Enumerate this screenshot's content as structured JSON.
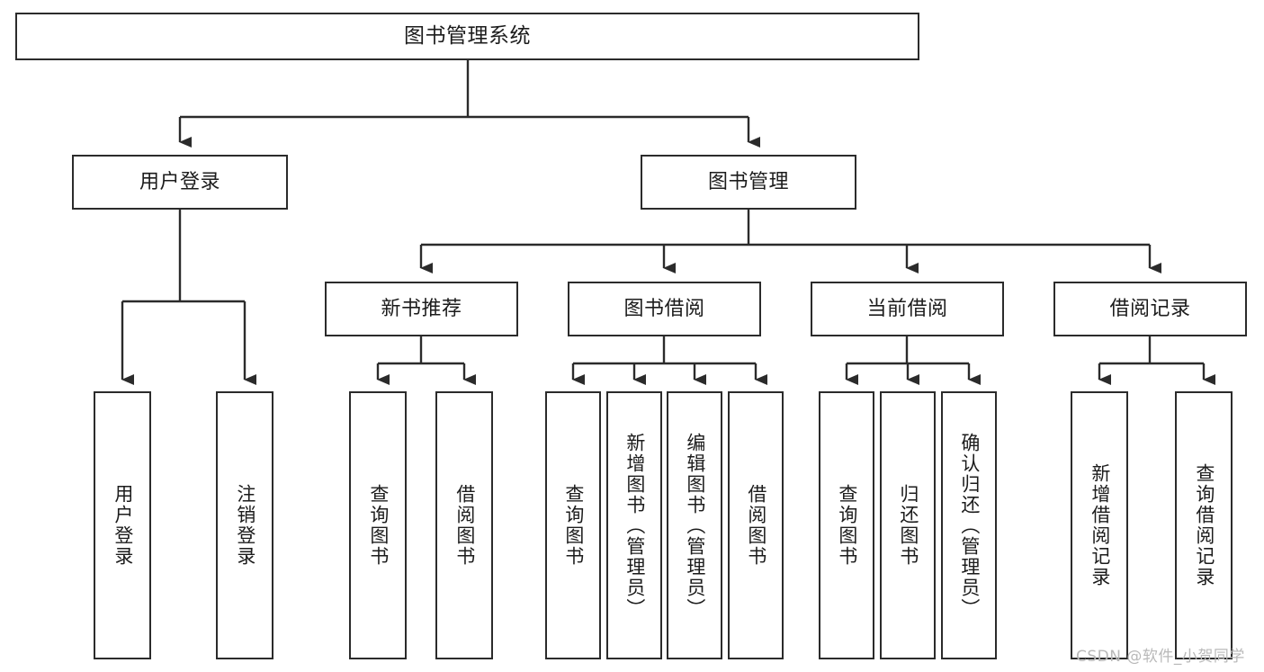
{
  "diagram": {
    "title": "图书管理系统",
    "type": "function-structure-tree",
    "orientation": "top-down",
    "node_fill": "#ffffff",
    "node_stroke": "#2b2b2b",
    "edge_color": "#2b2b2b",
    "background": "#ffffff"
  },
  "nodes": {
    "root": {
      "label": "图书管理系统",
      "level": 0
    },
    "level1": [
      {
        "id": "user-login",
        "label": "用户登录"
      },
      {
        "id": "book-manage",
        "label": "图书管理"
      }
    ],
    "level2": [
      {
        "id": "new-book-rec",
        "label": "新书推荐",
        "parent": "book-manage"
      },
      {
        "id": "book-borrow",
        "label": "图书借阅",
        "parent": "book-manage"
      },
      {
        "id": "current-borrow",
        "label": "当前借阅",
        "parent": "book-manage"
      },
      {
        "id": "borrow-record",
        "label": "借阅记录",
        "parent": "book-manage"
      }
    ],
    "leaves": [
      {
        "id": "leaf-user-login",
        "label": "用户登录",
        "parent": "user-login"
      },
      {
        "id": "leaf-logout",
        "label": "注销登录",
        "parent": "user-login"
      },
      {
        "id": "leaf-query-book-1",
        "label": "查询图书",
        "parent": "new-book-rec"
      },
      {
        "id": "leaf-borrow-book-1",
        "label": "借阅图书",
        "parent": "new-book-rec"
      },
      {
        "id": "leaf-query-book-2",
        "label": "查询图书",
        "parent": "book-borrow"
      },
      {
        "id": "leaf-add-book",
        "label": "新增图书（管理员）",
        "parent": "book-borrow"
      },
      {
        "id": "leaf-edit-book",
        "label": "编辑图书（管理员）",
        "parent": "book-borrow"
      },
      {
        "id": "leaf-borrow-book-2",
        "label": "借阅图书",
        "parent": "book-borrow"
      },
      {
        "id": "leaf-query-book-3",
        "label": "查询图书",
        "parent": "current-borrow"
      },
      {
        "id": "leaf-return-book",
        "label": "归还图书",
        "parent": "current-borrow"
      },
      {
        "id": "leaf-confirm-return",
        "label": "确认归还（管理员）",
        "parent": "current-borrow"
      },
      {
        "id": "leaf-add-record",
        "label": "新增借阅记录",
        "parent": "borrow-record"
      },
      {
        "id": "leaf-query-record",
        "label": "查询借阅记录",
        "parent": "borrow-record"
      }
    ]
  },
  "watermark": {
    "text": "CSDN @软件_小贺同学"
  }
}
